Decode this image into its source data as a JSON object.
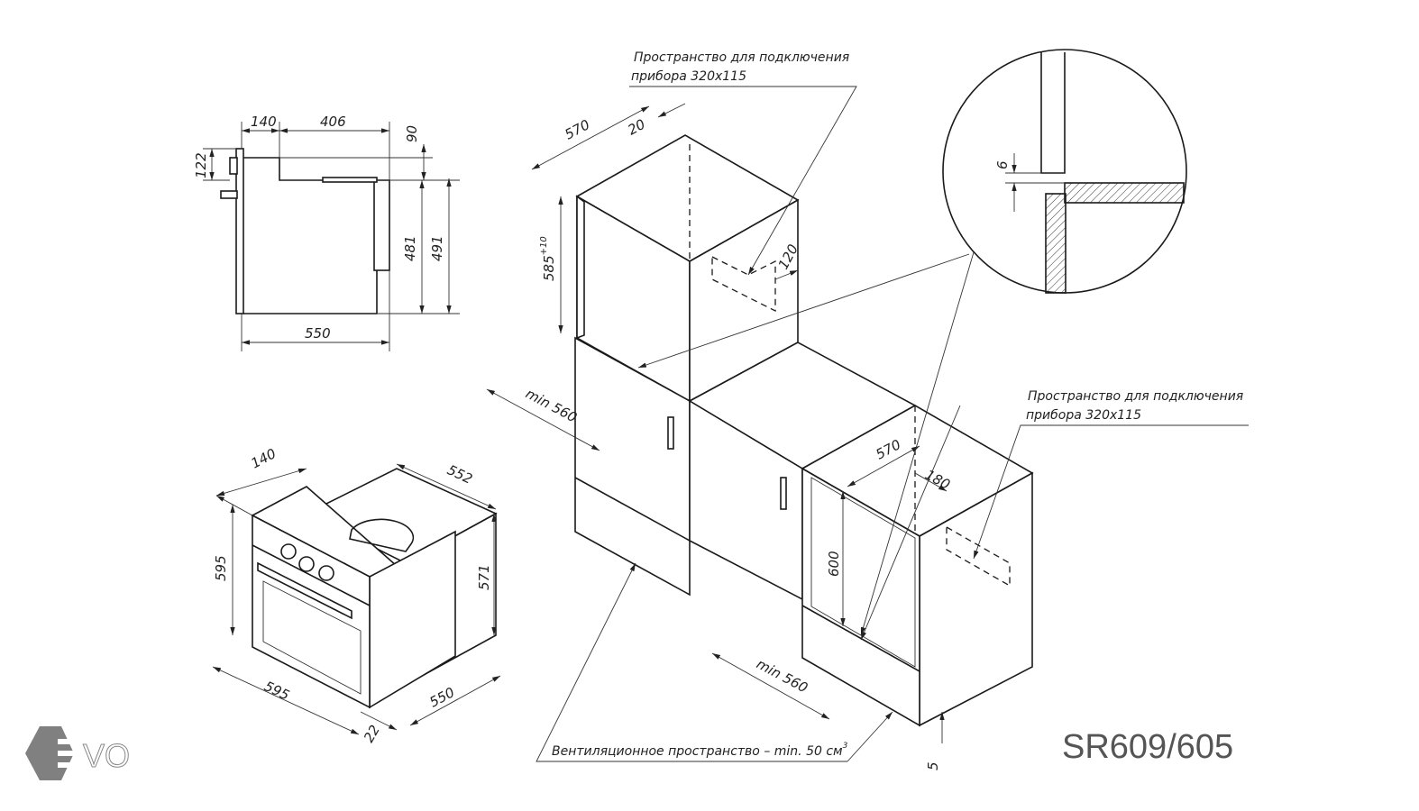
{
  "model": "SR609/605",
  "logo": {
    "text": "EVO",
    "color": "#808080"
  },
  "notes": {
    "connection_top_line1": "Пространство для подключения",
    "connection_top_line2": "прибора 320x115",
    "connection_right_line1": "Пространство для подключения",
    "connection_right_line2": "прибора 320x115",
    "ventilation": "Вентиляционное пространство – min. 50 см",
    "ventilation_sup": "3"
  },
  "side_view": {
    "d140": "140",
    "d406": "406",
    "d90": "90",
    "d122": "122",
    "d481": "481",
    "d491": "491",
    "d550": "550"
  },
  "iso_oven": {
    "d140": "140",
    "d552": "552",
    "d595h": "595",
    "d571": "571",
    "d595w": "595",
    "d550": "550",
    "d22": "22"
  },
  "cabinet": {
    "d570_top": "570",
    "d20": "20",
    "d585": "585",
    "d585_tol": "+10",
    "d120": "120",
    "min560_left": "min 560",
    "d570_right": "570",
    "d180": "180",
    "d600": "600",
    "min560_right": "min 560",
    "d5": "5",
    "d6": "6"
  }
}
